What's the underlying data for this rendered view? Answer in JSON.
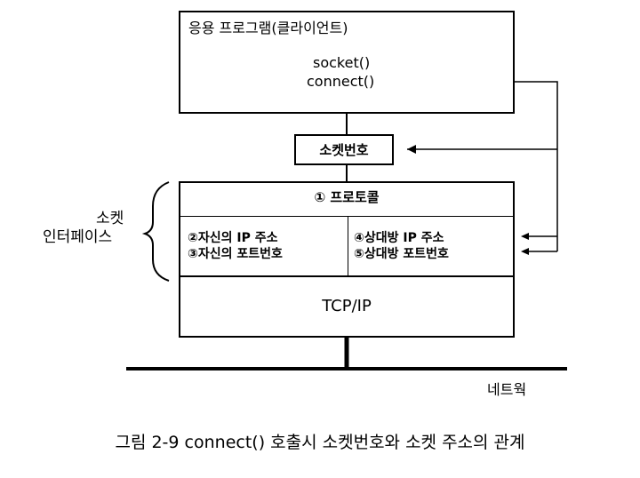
{
  "app_box": {
    "title": "응용 프로그램(클라이언트)",
    "line1": "socket()",
    "line2": "connect()"
  },
  "socket_number_box": {
    "label": "소켓번호"
  },
  "interface": {
    "side_label_line1": "소켓",
    "side_label_line2": "인터페이스",
    "protocol_label": "① 프로토콜",
    "left_line1": "②자신의 IP 주소",
    "left_line2": "③자신의 포트번호",
    "right_line1": "④상대방 IP 주소",
    "right_line2": "⑤상대방 포트번호"
  },
  "tcpip_label": "TCP/IP",
  "network_label": "네트웍",
  "caption": "그림 2-9 connect() 호출시 소켓번호와 소켓 주소의 관계"
}
